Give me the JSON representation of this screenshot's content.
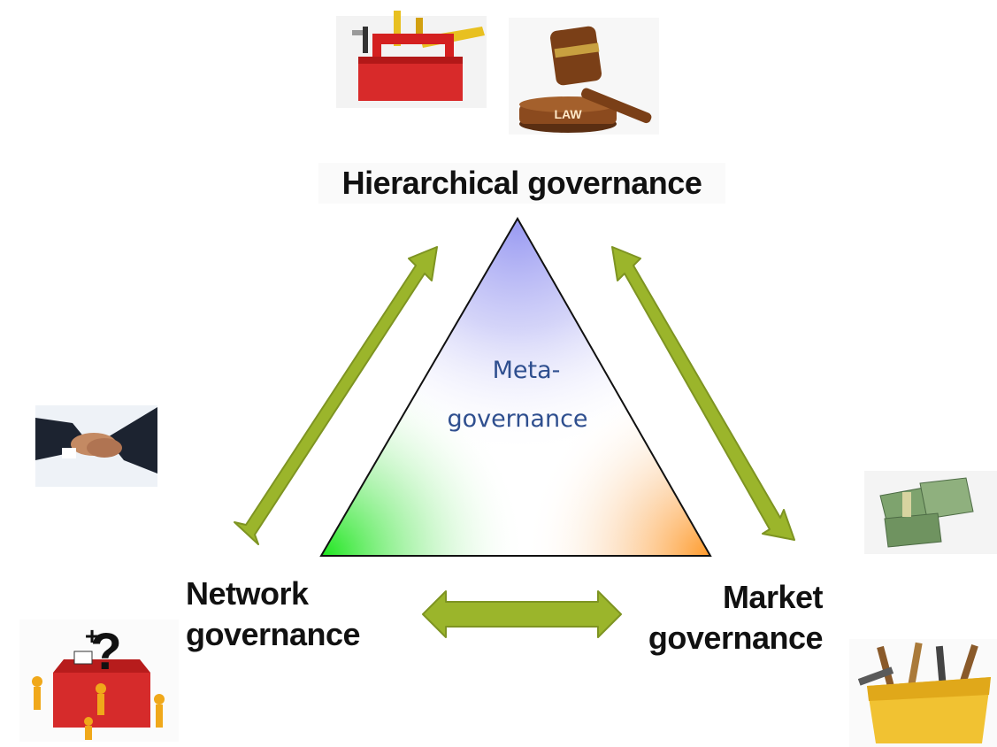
{
  "center": {
    "line1": "Meta-",
    "line2": "governance"
  },
  "nodes": {
    "hierarchical": {
      "label": "Hierarchical governance"
    },
    "network": {
      "line1": "Network",
      "line2": "governance"
    },
    "market": {
      "line1": "Market",
      "line2": "governance"
    }
  },
  "images": {
    "gavel_plaque": "LAW",
    "icons": [
      "toolbox-icon",
      "gavel-icon",
      "handshake-icon",
      "money-icon",
      "tool-caddy-icon",
      "team-toolbox-icon"
    ]
  },
  "colors": {
    "arrow": "#9bb52b",
    "triangle_top": "#9b9cf2",
    "triangle_left": "#1ee61e",
    "triangle_right": "#ff9a2a",
    "meta_text": "#2f4f8f"
  }
}
